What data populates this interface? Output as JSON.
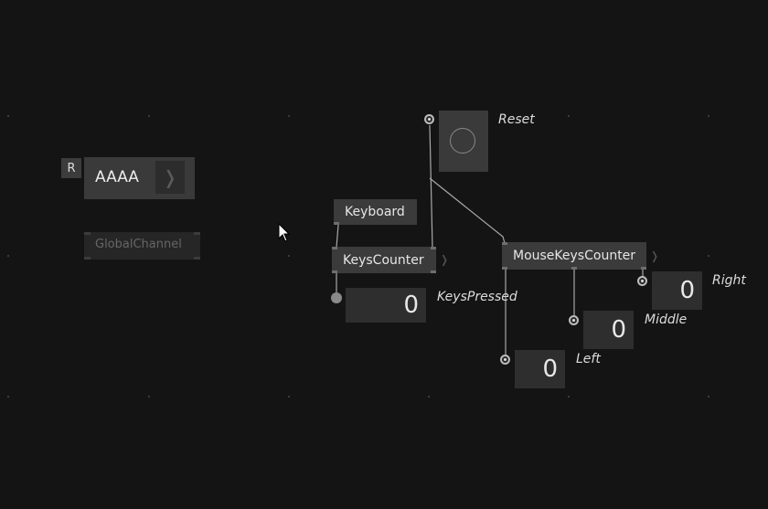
{
  "string_node": {
    "r_label": "R",
    "value": "AAAA",
    "chevron": "❭"
  },
  "global_channel": {
    "label": "GlobalChannel"
  },
  "keyboard_node": {
    "label": "Keyboard"
  },
  "keys_counter_node": {
    "label": "KeysCounter",
    "chevron": "❭"
  },
  "keys_pressed": {
    "value": "0",
    "label": "KeysPressed"
  },
  "bang": {
    "label": "Reset"
  },
  "mouse_keys_counter_node": {
    "label": "MouseKeysCounter",
    "chevron": "❭"
  },
  "outputs": {
    "right": {
      "value": "0",
      "label": "Right"
    },
    "middle": {
      "value": "0",
      "label": "Middle"
    },
    "left": {
      "value": "0",
      "label": "Left"
    }
  },
  "colors": {
    "background": "#141414",
    "node": "#3b3b3b",
    "wire": "#a8a8a8"
  }
}
